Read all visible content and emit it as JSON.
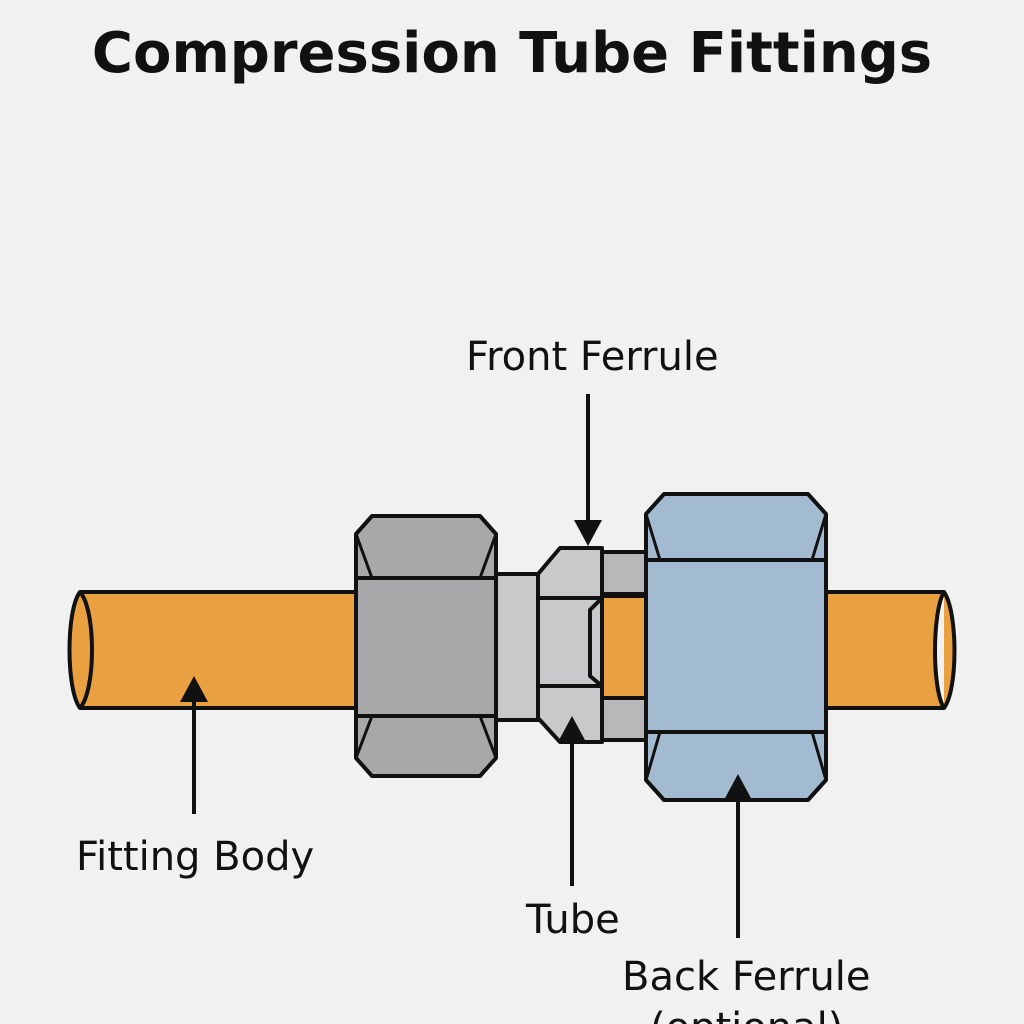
{
  "title": "Compression Tube Fittings",
  "labels": {
    "front_ferrule": "Front Ferrule",
    "fitting_body": "Fitting Body",
    "tube": "Tube",
    "back_ferrule": "Back Ferrule",
    "back_ferrule_note": "(optional)"
  },
  "colors": {
    "background": "#f1f1f1",
    "tube": "#e9a040",
    "fitting_body_nut": "#a8a8aa",
    "ferrule_body": "#c9c9cb",
    "back_nut": "#a3bbd0",
    "outline": "#111111"
  }
}
